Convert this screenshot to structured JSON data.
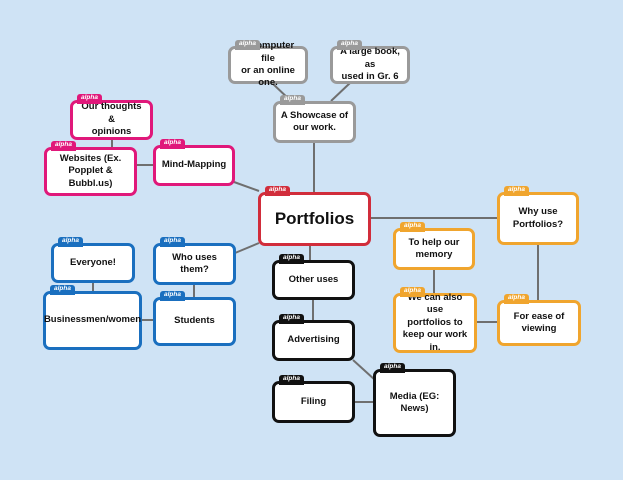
{
  "tag_label": "alpha",
  "center": {
    "label": "Portfolios"
  },
  "showcase": {
    "main": "A Showcase of\nour work.",
    "computer": "A computer  file\nor an online one.",
    "book": "A large book, as\nused in Gr. 6"
  },
  "thoughts": {
    "opinions": "Our thoughts &\nopinions",
    "websites": "Websites (Ex.\nPopplet & Bubbl.us)",
    "mindmapping": "Mind-Mapping"
  },
  "users": {
    "who": "Who uses them?",
    "everyone": "Everyone!",
    "business": "Businessmen/women",
    "students": "Students"
  },
  "uses": {
    "other": "Other uses",
    "advertising": "Advertising",
    "filing": "Filing",
    "media": "Media (EG:\nNews)"
  },
  "why": {
    "question": "Why use\nPortfolios?",
    "memory": "To help our\nmemory",
    "keep": "We can also use\nportfolios to\nkeep our work in.",
    "ease": "For ease of\nviewing"
  }
}
